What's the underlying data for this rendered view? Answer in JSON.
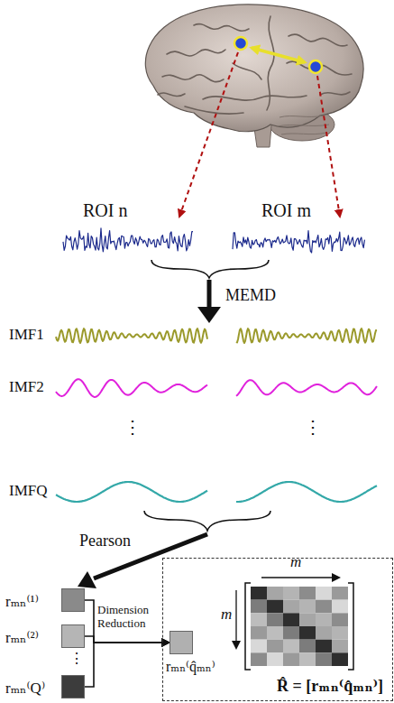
{
  "diagram": {
    "nodes": [
      {
        "text": [
          "rₘₙ⁽¹⁾"
        ]
      },
      {
        "text": [
          "rₘₙ⁽²⁾"
        ]
      },
      {
        "text": [
          "rₘₙ⁽Q⁾"
        ]
      },
      {
        "text": [
          "R̂ = [rₘₙ⁽q̂ₘₙ⁾]"
        ]
      },
      {
        "text": [
          "rₘₙ⁽q̂ₘₙ⁾"
        ],
        "in": 3
      }
    ],
    "edges": [
      {
        "from": 0,
        "to": 4,
        "arrow": "to"
      },
      {
        "from": 1,
        "to": 4,
        "arrow": "to"
      },
      {
        "from": 2,
        "to": 4,
        "arrow": "to"
      }
    ],
    "labels": [
      "ROI n",
      "ROI m",
      "MEMD",
      "IMF1",
      "IMF2",
      "⋮",
      "⋮",
      "IMFQ",
      "Pearson",
      "⋮",
      "Dimension Reduction",
      "m",
      "m"
    ]
  }
}
